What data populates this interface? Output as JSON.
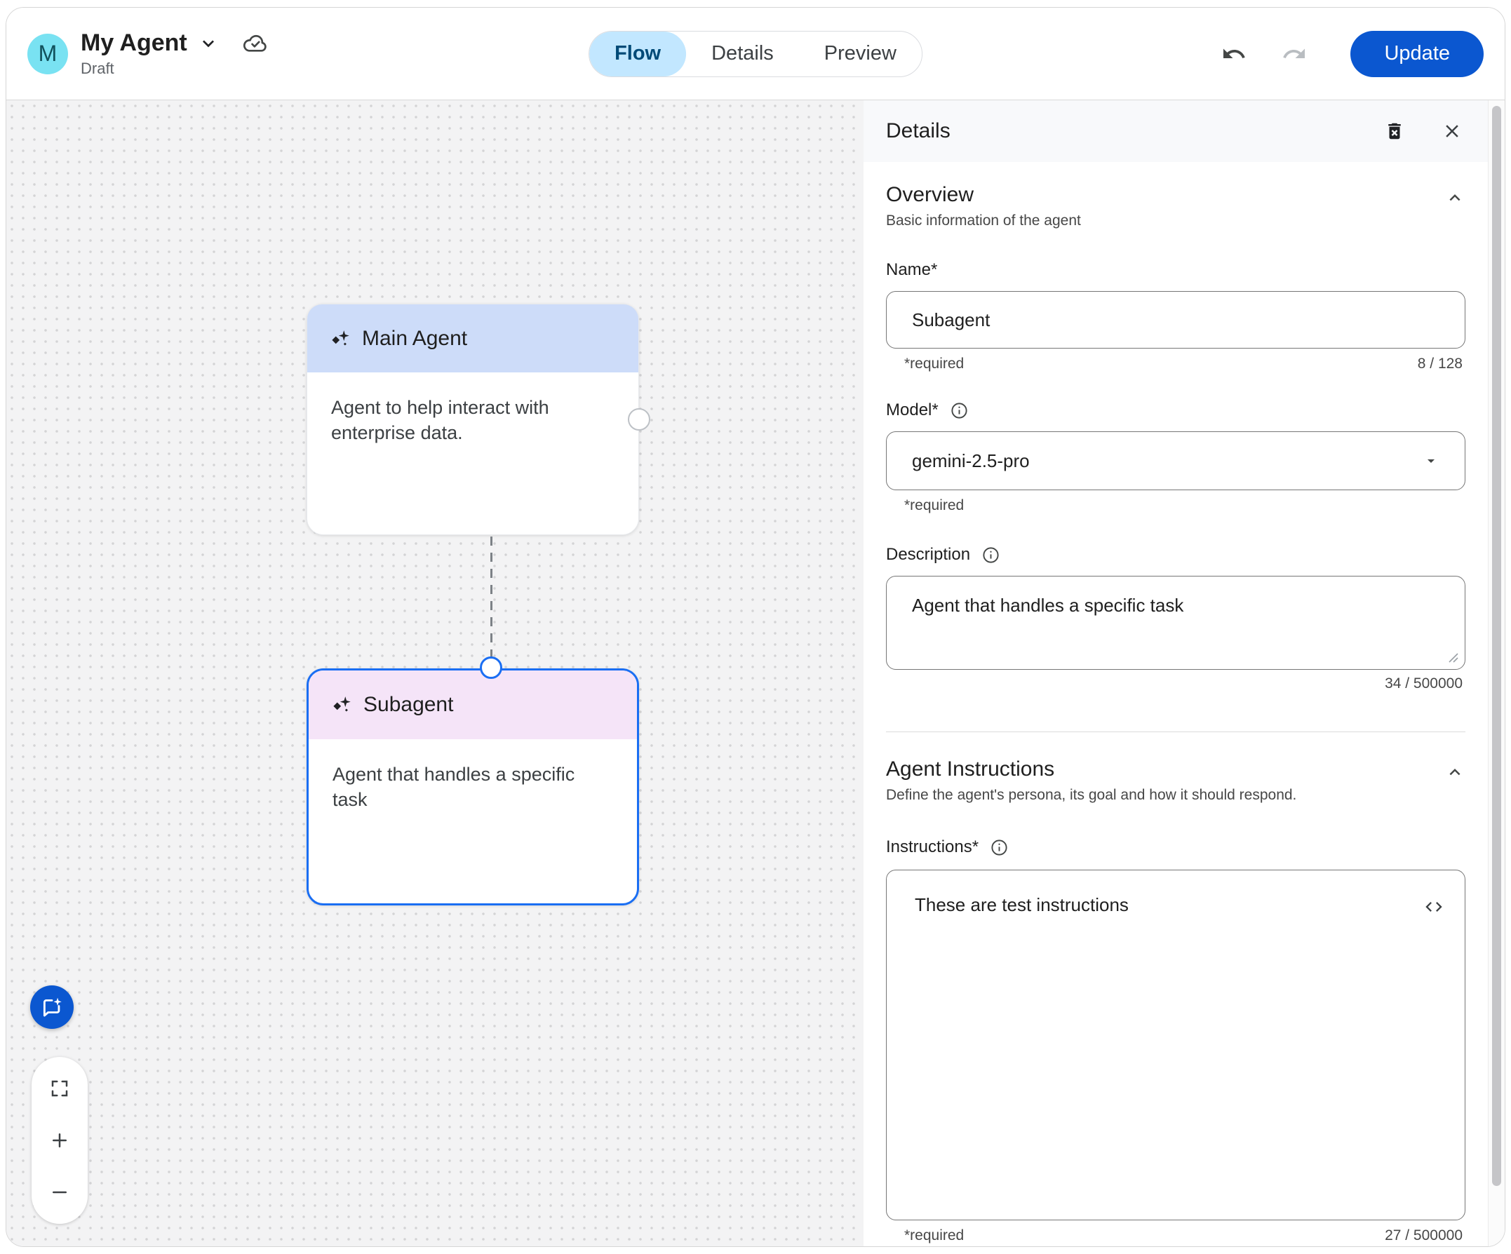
{
  "header": {
    "avatar_letter": "M",
    "title": "My Agent",
    "status": "Draft",
    "tabs": [
      {
        "label": "Flow",
        "active": true
      },
      {
        "label": "Details",
        "active": false
      },
      {
        "label": "Preview",
        "active": false
      }
    ],
    "update_label": "Update"
  },
  "canvas": {
    "nodes": [
      {
        "title": "Main Agent",
        "description": "Agent to help interact with enterprise data.",
        "selected": false
      },
      {
        "title": "Subagent",
        "description": "Agent that handles a specific task",
        "selected": true
      }
    ]
  },
  "panel": {
    "title": "Details",
    "overview": {
      "heading": "Overview",
      "subheading": "Basic information of the agent",
      "name": {
        "label": "Name*",
        "value": "Subagent",
        "required_hint": "*required",
        "counter": "8 / 128"
      },
      "model": {
        "label": "Model*",
        "value": "gemini-2.5-pro",
        "required_hint": "*required"
      },
      "description": {
        "label": "Description",
        "value": "Agent that handles a specific task",
        "counter": "34 / 500000"
      }
    },
    "instructions_section": {
      "heading": "Agent Instructions",
      "subheading": "Define the agent's persona, its goal and how it should respond.",
      "instructions": {
        "label": "Instructions*",
        "value": "These are test instructions",
        "required_hint": "*required",
        "counter": "27 / 500000"
      }
    }
  },
  "colors": {
    "accent": "#0b57d0",
    "tab_active_bg": "#c2e7ff",
    "tab_active_text": "#004a77",
    "node_blue_header": "#cddcf9",
    "node_pink_header": "#f5e4f8",
    "selection_blue": "#1a6ef3",
    "avatar_bg": "#79e2f2"
  }
}
